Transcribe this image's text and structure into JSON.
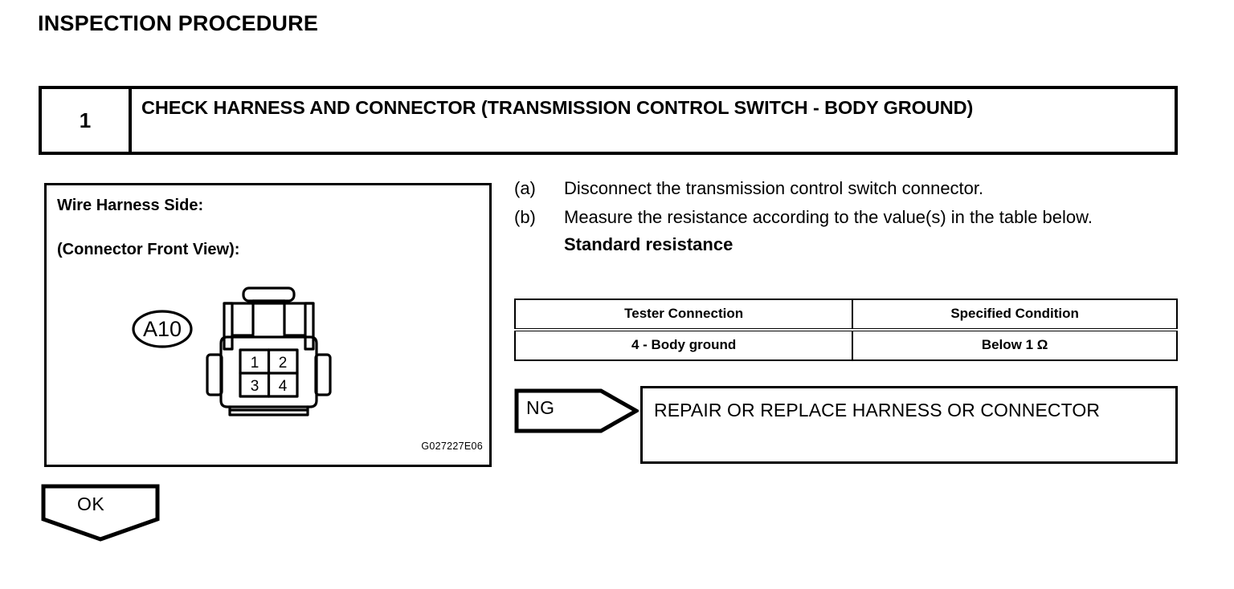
{
  "page": {
    "title": "INSPECTION PROCEDURE"
  },
  "step": {
    "number": "1",
    "title": "CHECK HARNESS AND CONNECTOR (TRANSMISSION CONTROL SWITCH - BODY GROUND)"
  },
  "figure": {
    "caption_line1": "Wire Harness Side:",
    "caption_line2": "(Connector Front View):",
    "figure_id": "G027227E06",
    "connector": {
      "code": "A10",
      "terminals": [
        "1",
        "2",
        "3",
        "4"
      ]
    }
  },
  "procedure": {
    "items": [
      {
        "marker": "(a)",
        "text": "Disconnect the transmission control switch connector."
      },
      {
        "marker": "(b)",
        "text": "Measure the resistance according to the value(s) in the table below."
      }
    ],
    "standard_label": "Standard resistance"
  },
  "spec_table": {
    "headers": [
      "Tester Connection",
      "Specified Condition"
    ],
    "rows": [
      [
        "4 - Body ground",
        "Below 1 Ω"
      ]
    ]
  },
  "branches": {
    "ng": {
      "label": "NG",
      "result": "REPAIR OR REPLACE HARNESS OR CONNECTOR"
    },
    "ok": {
      "label": "OK"
    }
  }
}
